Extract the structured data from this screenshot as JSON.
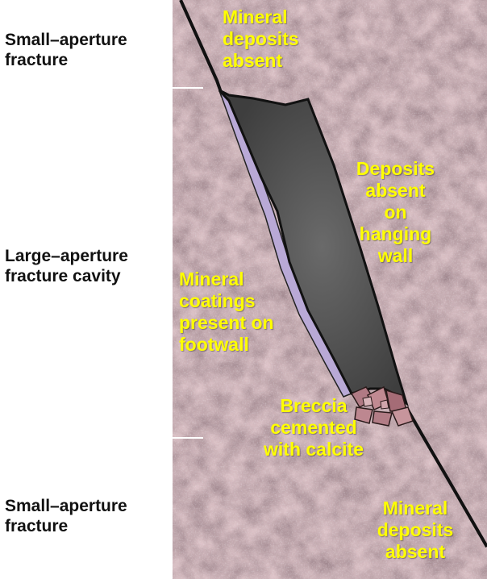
{
  "side_labels": {
    "top": "Small–aperture\nfracture",
    "middle": "Large–aperture\nfracture cavity",
    "bottom": "Small–aperture\nfracture"
  },
  "annotations": {
    "top_right": "Mineral\ndeposits\nabsent",
    "hanging_wall": "Deposits\nabsent\non\nhanging\nwall",
    "footwall": "Mineral\ncoatings\npresent on\nfootwall",
    "breccia": "Breccia\ncemented\nwith calcite",
    "bottom_right": "Mineral\ndeposits\nabsent"
  },
  "colors": {
    "annotation_text": "#ffff00",
    "label_text": "#111111",
    "rock": "#8e6e76",
    "cavity": "#4d4d4d",
    "coating": "#b9a9d6",
    "fracture_line": "#111111"
  }
}
